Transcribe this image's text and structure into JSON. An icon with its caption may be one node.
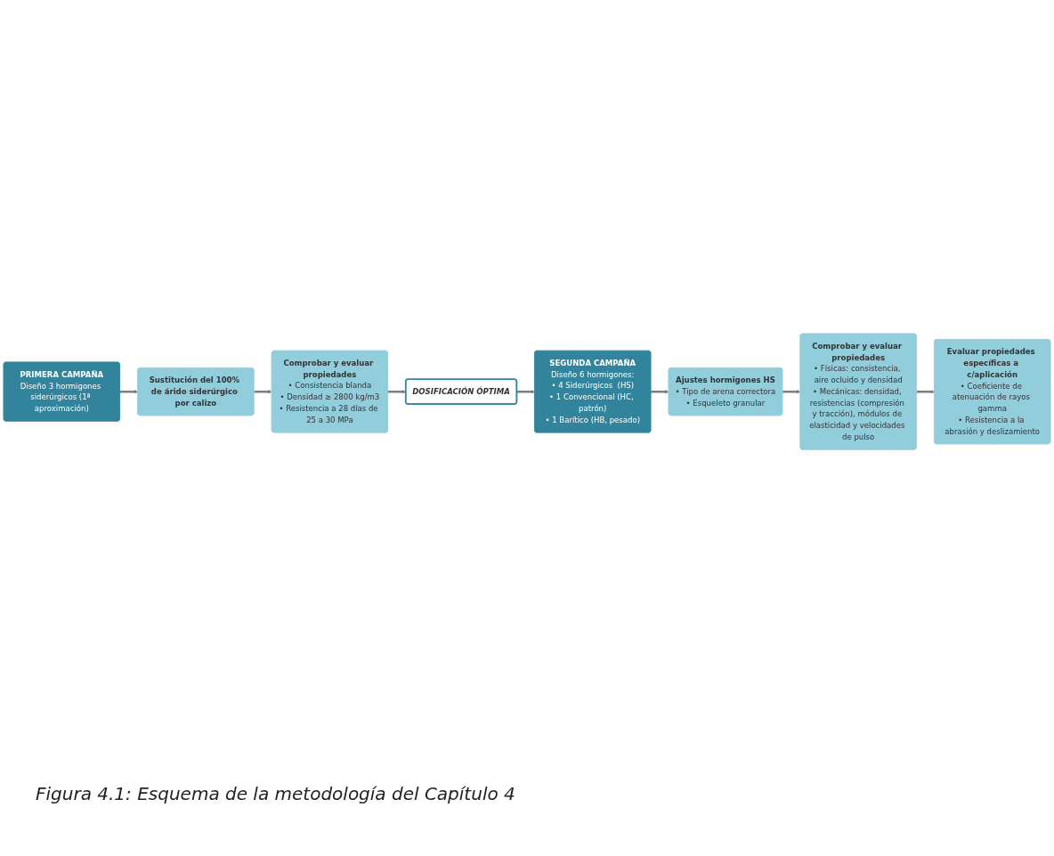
{
  "diagram": {
    "caption": "Figura 4.1: Esquema de la metodología del Capítulo 4",
    "nodes": [
      {
        "text": [
          "PRIMERA CAMPAÑA",
          "Diseño 3 hormigones siderúrgicos (1ª aproximación)"
        ]
      },
      {
        "text": [
          "Sustitución del 100% de árido siderúrgico por calizo"
        ]
      },
      {
        "text": [
          "Comprobar y evaluar propiedades",
          "• Consistencia blanda",
          "• Densidad ≥ 2800 kg/m3",
          "• Resistencia a 28 días de 25 a 30 MPa"
        ]
      },
      {
        "text": [
          "DOSIFICACIÓN   ÓPTIMA"
        ]
      },
      {
        "text": [
          "SEGUNDA CAMPAÑA",
          "Diseño 6 hormigones:",
          "• 4 Siderúrgicos  (HS)",
          "• 1 Convencional (HC, patrón)",
          "• 1 Barítico (HB, pesado)"
        ]
      },
      {
        "text": [
          "Ajustes hormigones HS",
          "• Tipo de arena correctora",
          "• Esqueleto granular"
        ]
      },
      {
        "text": [
          "Comprobar y evaluar propiedades",
          "• Físicas: consistencia, aire ocluido y densidad",
          "• Mecánicas: densidad, resistencias (compresión y tracción), módulos de elasticidad y velocidades de pulso"
        ]
      },
      {
        "text": [
          "Evaluar propiedades específicas a c/aplicación",
          "• Coeficiente de atenuación de rayos gamma",
          "• Resistencia a la abrasión y deslizamiento"
        ]
      }
    ],
    "edges": [
      {
        "from": 0,
        "to": 1,
        "arrow": "to"
      },
      {
        "from": 1,
        "to": 2,
        "arrow": "to"
      },
      {
        "from": 2,
        "to": 3,
        "arrow": "to"
      },
      {
        "from": 3,
        "to": 4,
        "arrow": "to"
      },
      {
        "from": 4,
        "to": 5,
        "arrow": "to"
      },
      {
        "from": 5,
        "to": 6,
        "arrow": "to"
      },
      {
        "from": 6,
        "to": 7,
        "arrow": "to"
      }
    ]
  }
}
